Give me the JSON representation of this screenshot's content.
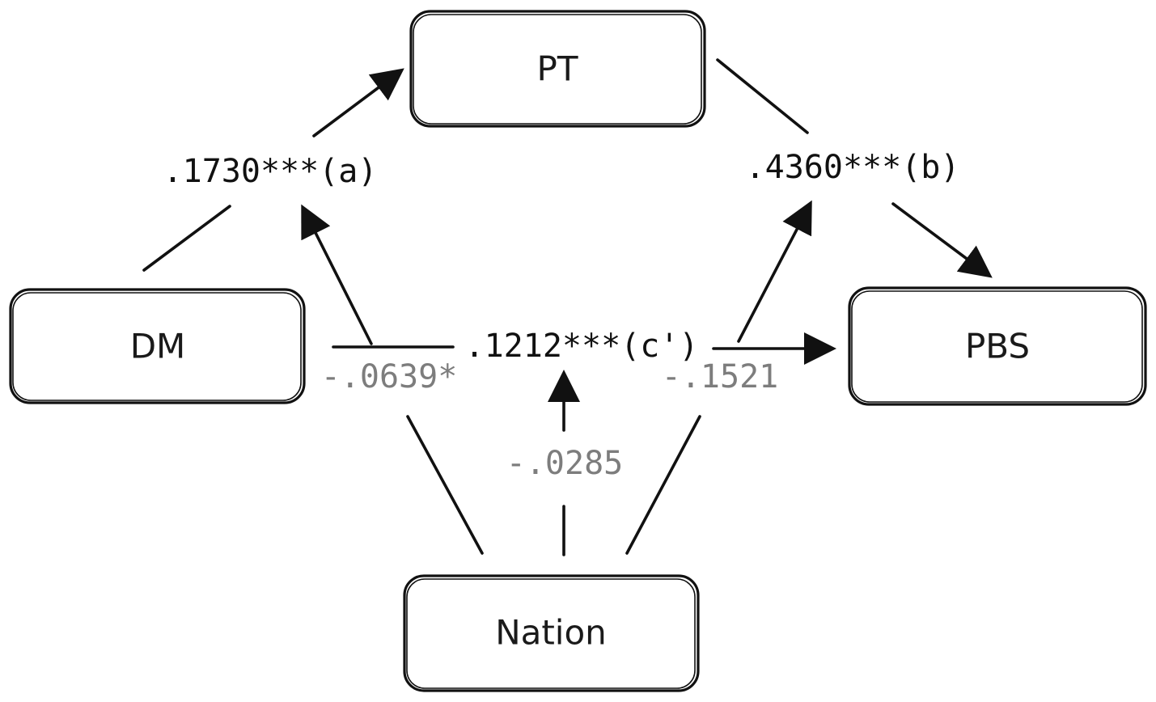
{
  "nodes": {
    "pt": {
      "label": "PT"
    },
    "dm": {
      "label": "DM"
    },
    "pbs": {
      "label": "PBS"
    },
    "nation": {
      "label": "Nation"
    }
  },
  "paths": {
    "a": {
      "coefficient": ".1730***(a)"
    },
    "b": {
      "coefficient": ".4360***(b)"
    },
    "c_prime": {
      "coefficient": ".1212***(c')"
    }
  },
  "moderation": {
    "on_a": {
      "coefficient": "-.0639*"
    },
    "on_c_prime": {
      "coefficient": "-.0285"
    },
    "on_b": {
      "coefficient": "-.1521"
    }
  },
  "colors": {
    "main": "#111111",
    "moderator_text": "#7d7d7d"
  }
}
